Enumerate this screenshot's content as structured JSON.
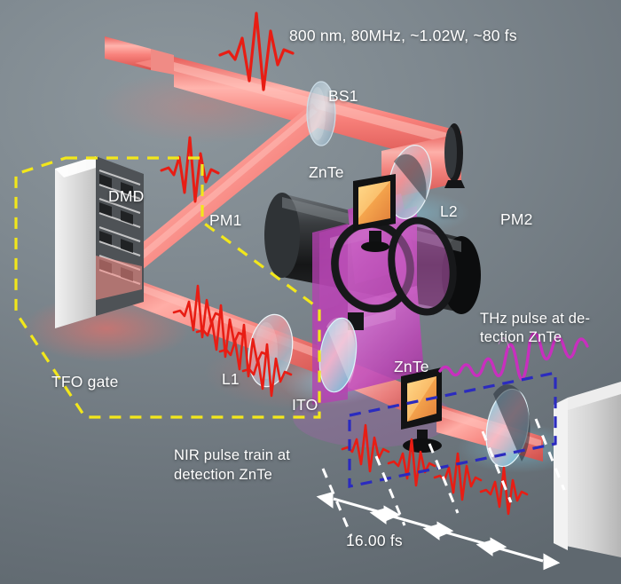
{
  "figure": {
    "title": "Terahertz time-field-optical (TFO) gating setup with DMD pulse shaper and ZnTe detection",
    "background_color": "#7e888f"
  },
  "colors": {
    "nir_beam": "#f4736f",
    "nir_beam_core": "#ff9a93",
    "thz_beam": "#c44cc0",
    "pulse_red": "#e81d14",
    "thz_wave": "#c82fbe",
    "dashed_yellow": "#f2e71b",
    "dashed_blue": "#2b2bbf",
    "dashed_white": "#ffffff",
    "znte_crystal": "#f0a04a",
    "ito_disc": "#63c9e0",
    "label_text": "#ffffff",
    "mount_dark": "#1b1b1d",
    "detector_box": "#d8d8d8"
  },
  "labels": {
    "source_spec": "800 nm, 80MHz, ~1.02W, ~80 fs",
    "bs1": "BS1",
    "znte_top": "ZnTe",
    "znte_detection": "ZnTe",
    "l2": "L2",
    "pm2": "PM2",
    "pm1": "PM1",
    "dmd": "DMD",
    "tfo_gate": "TFO gate",
    "l1": "L1",
    "ito": "ITO",
    "thz_pulse_note_line1": "THz pulse at de-",
    "thz_pulse_note_line2": "tection ZnTe",
    "nir_train_note_line1": "NIR pulse train at",
    "nir_train_note_line2": "detection ZnTe",
    "delay_spacing": "16.00 fs"
  },
  "components": [
    {
      "name": "BS1",
      "type": "beamsplitter",
      "label": "BS1"
    },
    {
      "name": "DMD",
      "type": "digital-micromirror-device",
      "label": "DMD"
    },
    {
      "name": "PM1",
      "type": "parabolic-mirror",
      "label": "PM1"
    },
    {
      "name": "PM2",
      "type": "parabolic-mirror",
      "label": "PM2"
    },
    {
      "name": "L1",
      "type": "lens",
      "label": "L1"
    },
    {
      "name": "L2",
      "type": "lens",
      "label": "L2"
    },
    {
      "name": "ITO",
      "type": "ito-beam-combiner",
      "label": "ITO"
    },
    {
      "name": "ZnTe-emitter",
      "type": "crystal",
      "label": "ZnTe"
    },
    {
      "name": "ZnTe-detector",
      "type": "crystal",
      "label": "ZnTe"
    }
  ],
  "annotations": {
    "tfo_gate_region_style": "yellow dashed polygon",
    "nir_train_region_style": "blue dashed parallelogram",
    "delay_markers_style": "white dashed lines with double-headed arrows",
    "delay_marker_count": 4
  }
}
